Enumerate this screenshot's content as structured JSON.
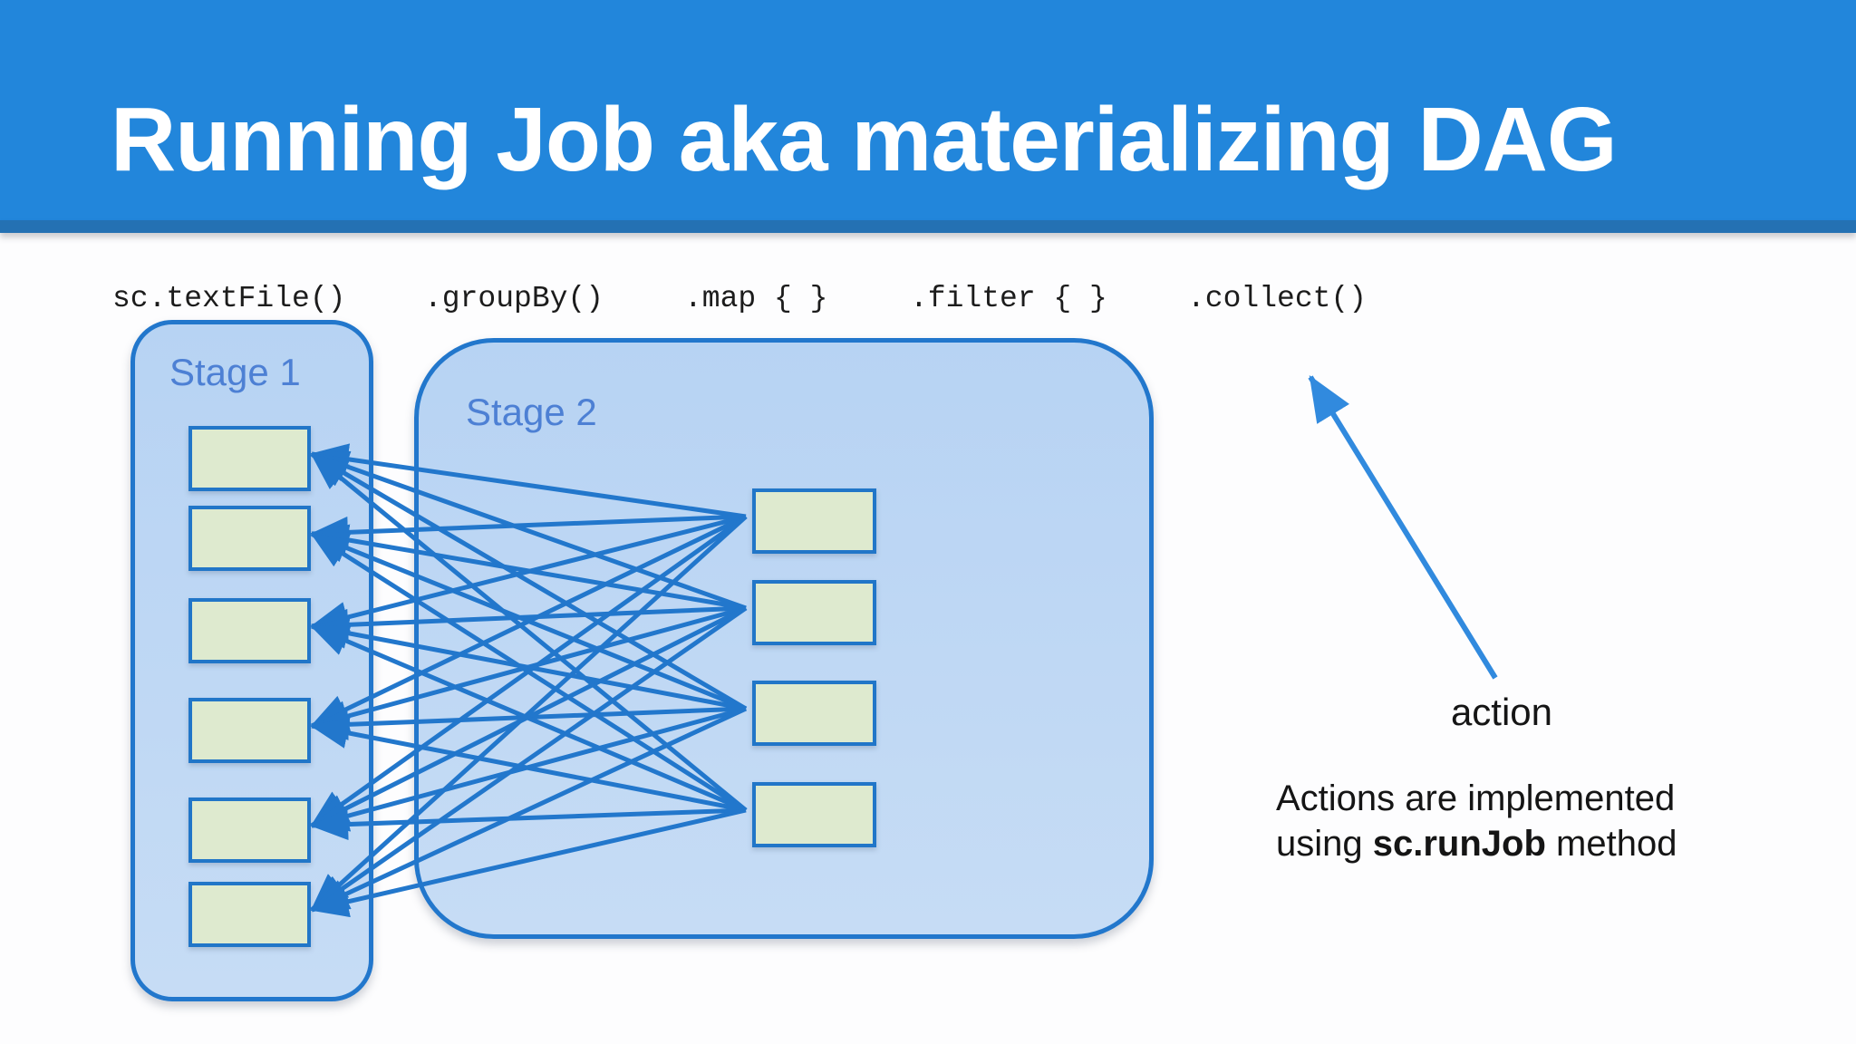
{
  "slide": {
    "title": "Running Job aka materializing DAG"
  },
  "methods": [
    "sc.textFile()",
    ".groupBy()",
    ".map { }",
    ".filter { }",
    ".collect()"
  ],
  "stages": [
    {
      "label": "Stage 1",
      "partitions": 6
    },
    {
      "label": "Stage 2",
      "partitions": 4
    }
  ],
  "annotation": {
    "arrow_label": "action",
    "line1": "Actions are implemented",
    "line2_prefix": "using ",
    "line2_bold": "sc.runJob",
    "line2_suffix": " method"
  },
  "diagram": {
    "type": "dag",
    "description": "Each Stage 2 partition has a shuffle dependency arrow pointing to every Stage 1 partition; .collect() is marked as the action triggering the job",
    "shuffle_arrow_count": 24
  },
  "colors": {
    "header_blue": "#2286db",
    "header_stripe_blue": "#2471b3",
    "diagram_line_blue": "#2277cc",
    "stage_fill_blue": "#bdd7f4",
    "stage_label_blue": "#4d80d4",
    "partition_fill_green": "#deeacf",
    "action_arrow_blue": "#318ade",
    "title_text": "#ffffff",
    "body_text": "#151515"
  }
}
